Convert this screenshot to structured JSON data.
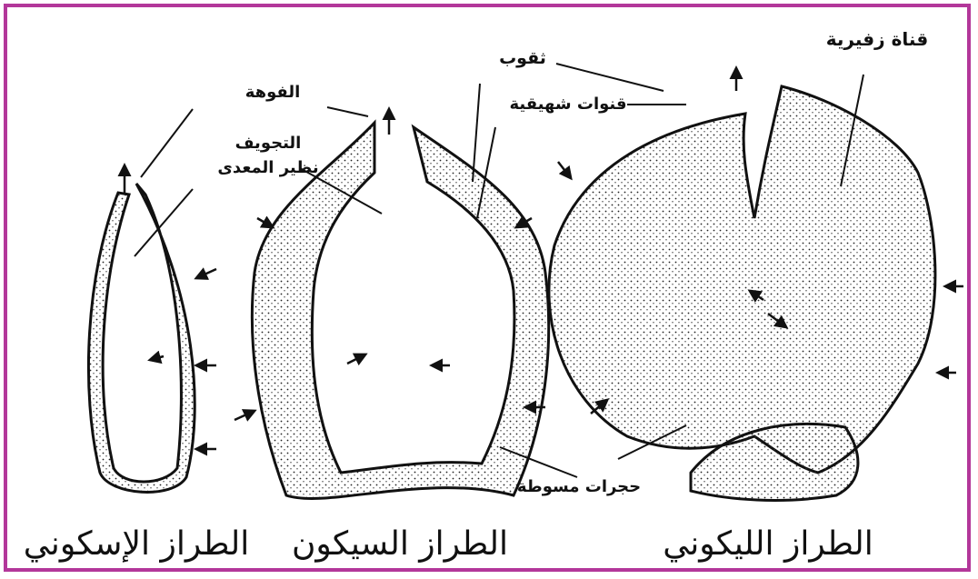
{
  "colors": {
    "frame": "#b3379a",
    "ink": "#111111",
    "fill": "#ffffff"
  },
  "labels": {
    "thuqub": "ثقوب",
    "qanat_zafiriya": "قناة زفيرية",
    "qanawat_shahiqiya": "قنوات شهيقية",
    "al_fawha": "الفوهة",
    "tajwif_line1": "التجويف",
    "tajwif_line2": "نظير المعدى",
    "hujurat_masouta": "حجرات مسوطة"
  },
  "titles": {
    "asconoid": "الطراز الإسكوني",
    "syconoid": "الطراز السيكون",
    "leuconoid": "الطراز الليكوني"
  }
}
